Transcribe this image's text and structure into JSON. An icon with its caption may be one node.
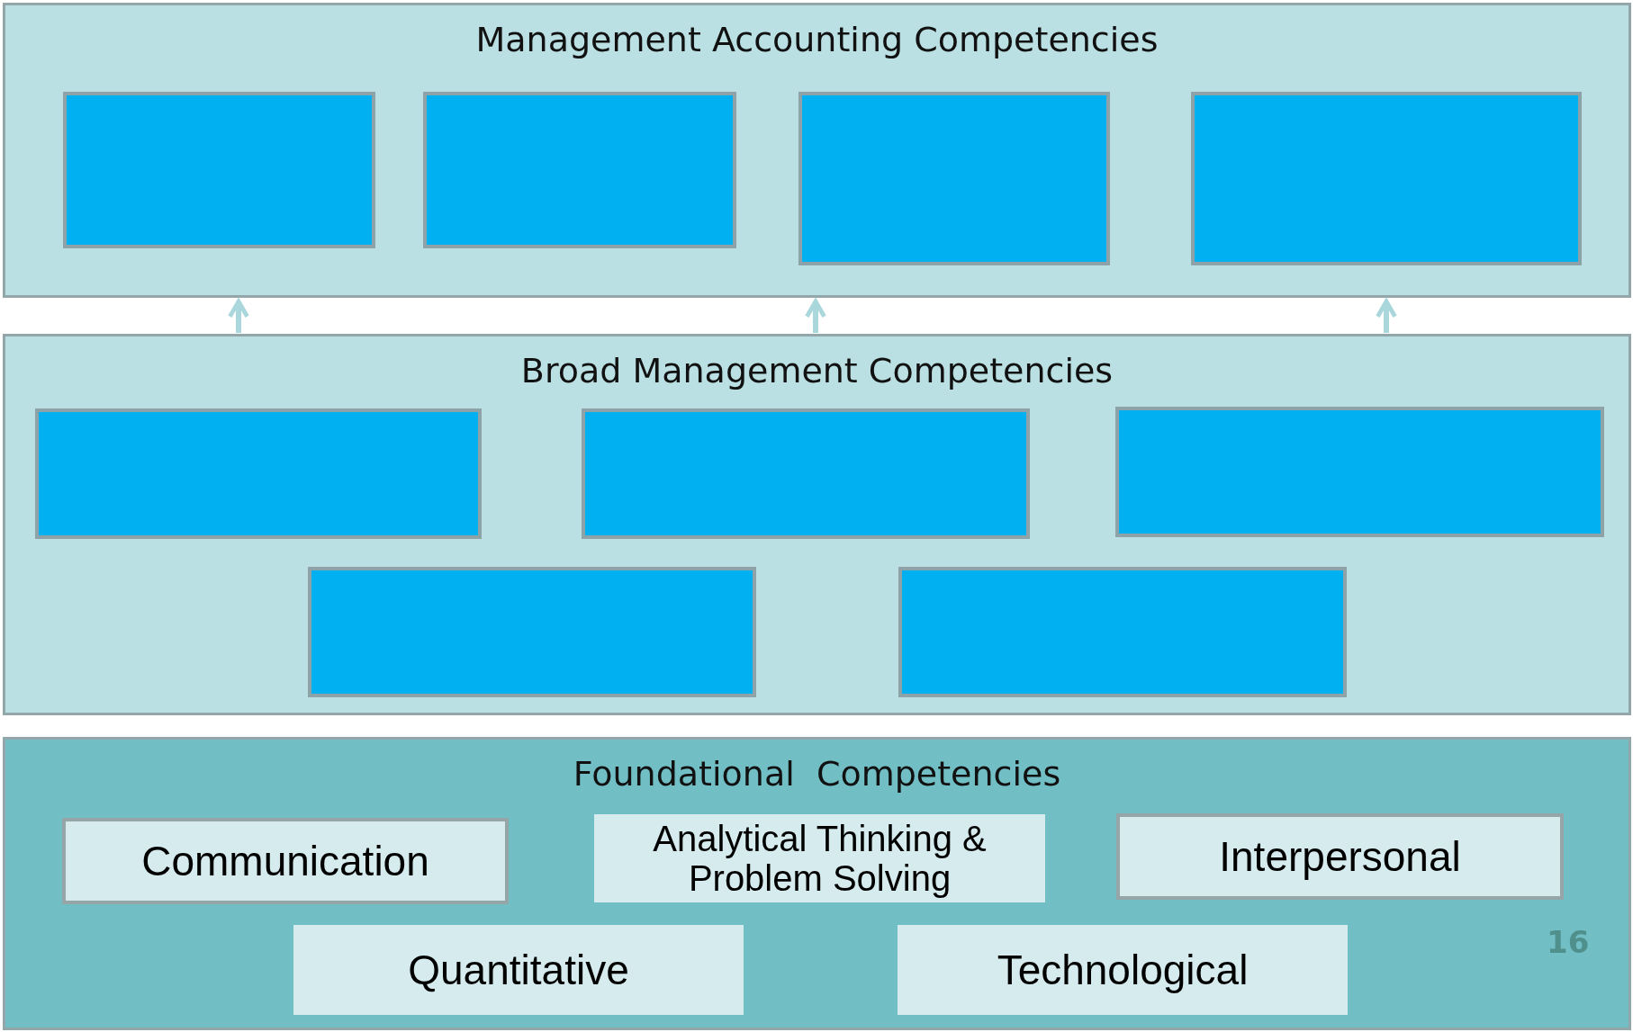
{
  "diagram": {
    "nodes": [
      {
        "text": [
          "Management Accounting Competencies"
        ]
      },
      {
        "text": [],
        "shape": "box",
        "in": 0
      },
      {
        "text": [],
        "shape": "box",
        "in": 0
      },
      {
        "text": [],
        "shape": "box",
        "in": 0
      },
      {
        "text": [],
        "shape": "box",
        "in": 0
      },
      {
        "text": [
          "Broad Management Competencies"
        ]
      },
      {
        "text": [],
        "shape": "box",
        "in": 5
      },
      {
        "text": [],
        "shape": "box",
        "in": 5
      },
      {
        "text": [],
        "shape": "box",
        "in": 5
      },
      {
        "text": [],
        "shape": "box",
        "in": 5
      },
      {
        "text": [],
        "shape": "box",
        "in": 5
      },
      {
        "text": [
          "Foundational  Competencies"
        ]
      },
      {
        "text": [
          "Communication"
        ],
        "in": 11
      },
      {
        "text": [
          "Analytical Thinking & Problem Solving"
        ],
        "in": 11
      },
      {
        "text": [
          "Interpersonal"
        ],
        "in": 11
      },
      {
        "text": [
          "Quantitative"
        ],
        "in": 11
      },
      {
        "text": [
          "Technological"
        ],
        "in": 11
      }
    ],
    "edges": [
      {
        "from": 5,
        "to": 0,
        "arrow": "to"
      },
      {
        "from": 5,
        "to": 0,
        "arrow": "to"
      },
      {
        "from": 5,
        "to": 0,
        "arrow": "to"
      }
    ],
    "labels": [
      "16"
    ]
  }
}
